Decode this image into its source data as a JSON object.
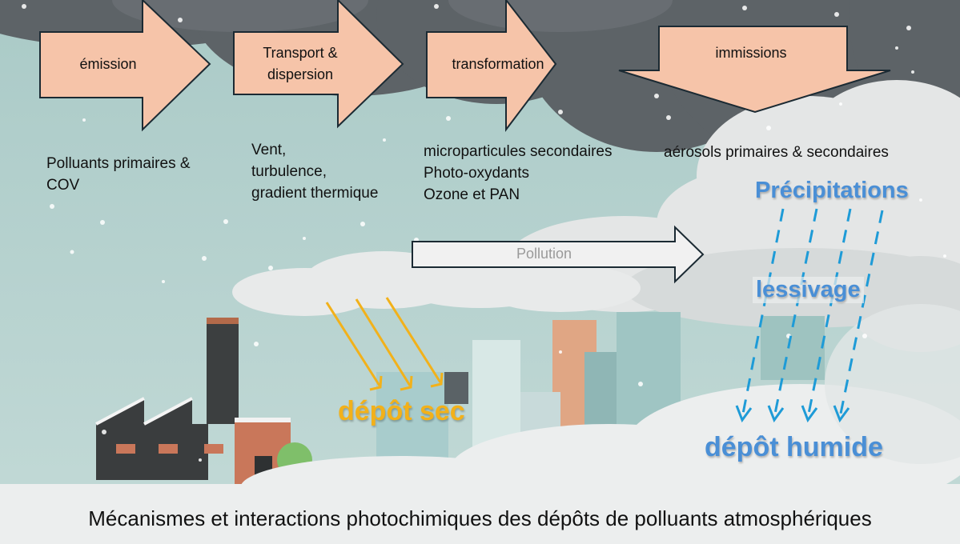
{
  "title": "Mécanismes et interactions photochimiques des dépôts de polluants atmosphériques",
  "colors": {
    "arrow_fill": "#f6c4a9",
    "arrow_stroke": "#1b2a33",
    "dry_deposition": "#f2b11a",
    "wet_deposition": "#4a8fd6",
    "rain_dash": "#1e9bd7",
    "sky": "#b9d3d0",
    "storm_cloud": "#5f6569"
  },
  "flow_steps": [
    {
      "label": "émission",
      "description": "Polluants primaires &\nCOV"
    },
    {
      "label": "Transport &\ndispersion",
      "description": "Vent,\nturbulence,\ngradient thermique"
    },
    {
      "label": "transformation",
      "description": "microparticules secondaires\nPhoto-oxydants\nOzone et PAN"
    },
    {
      "label": "immissions",
      "description": "aérosols primaires & secondaires"
    }
  ],
  "pollution_arrow": {
    "label": "Pollution"
  },
  "dry_deposition": {
    "label": "dépôt sec",
    "arrow_count": 3
  },
  "wet_deposition": {
    "precipitation_label": "Précipitations",
    "washout_label": "lessivage",
    "deposit_label": "dépôt humide",
    "arrow_count": 4
  }
}
